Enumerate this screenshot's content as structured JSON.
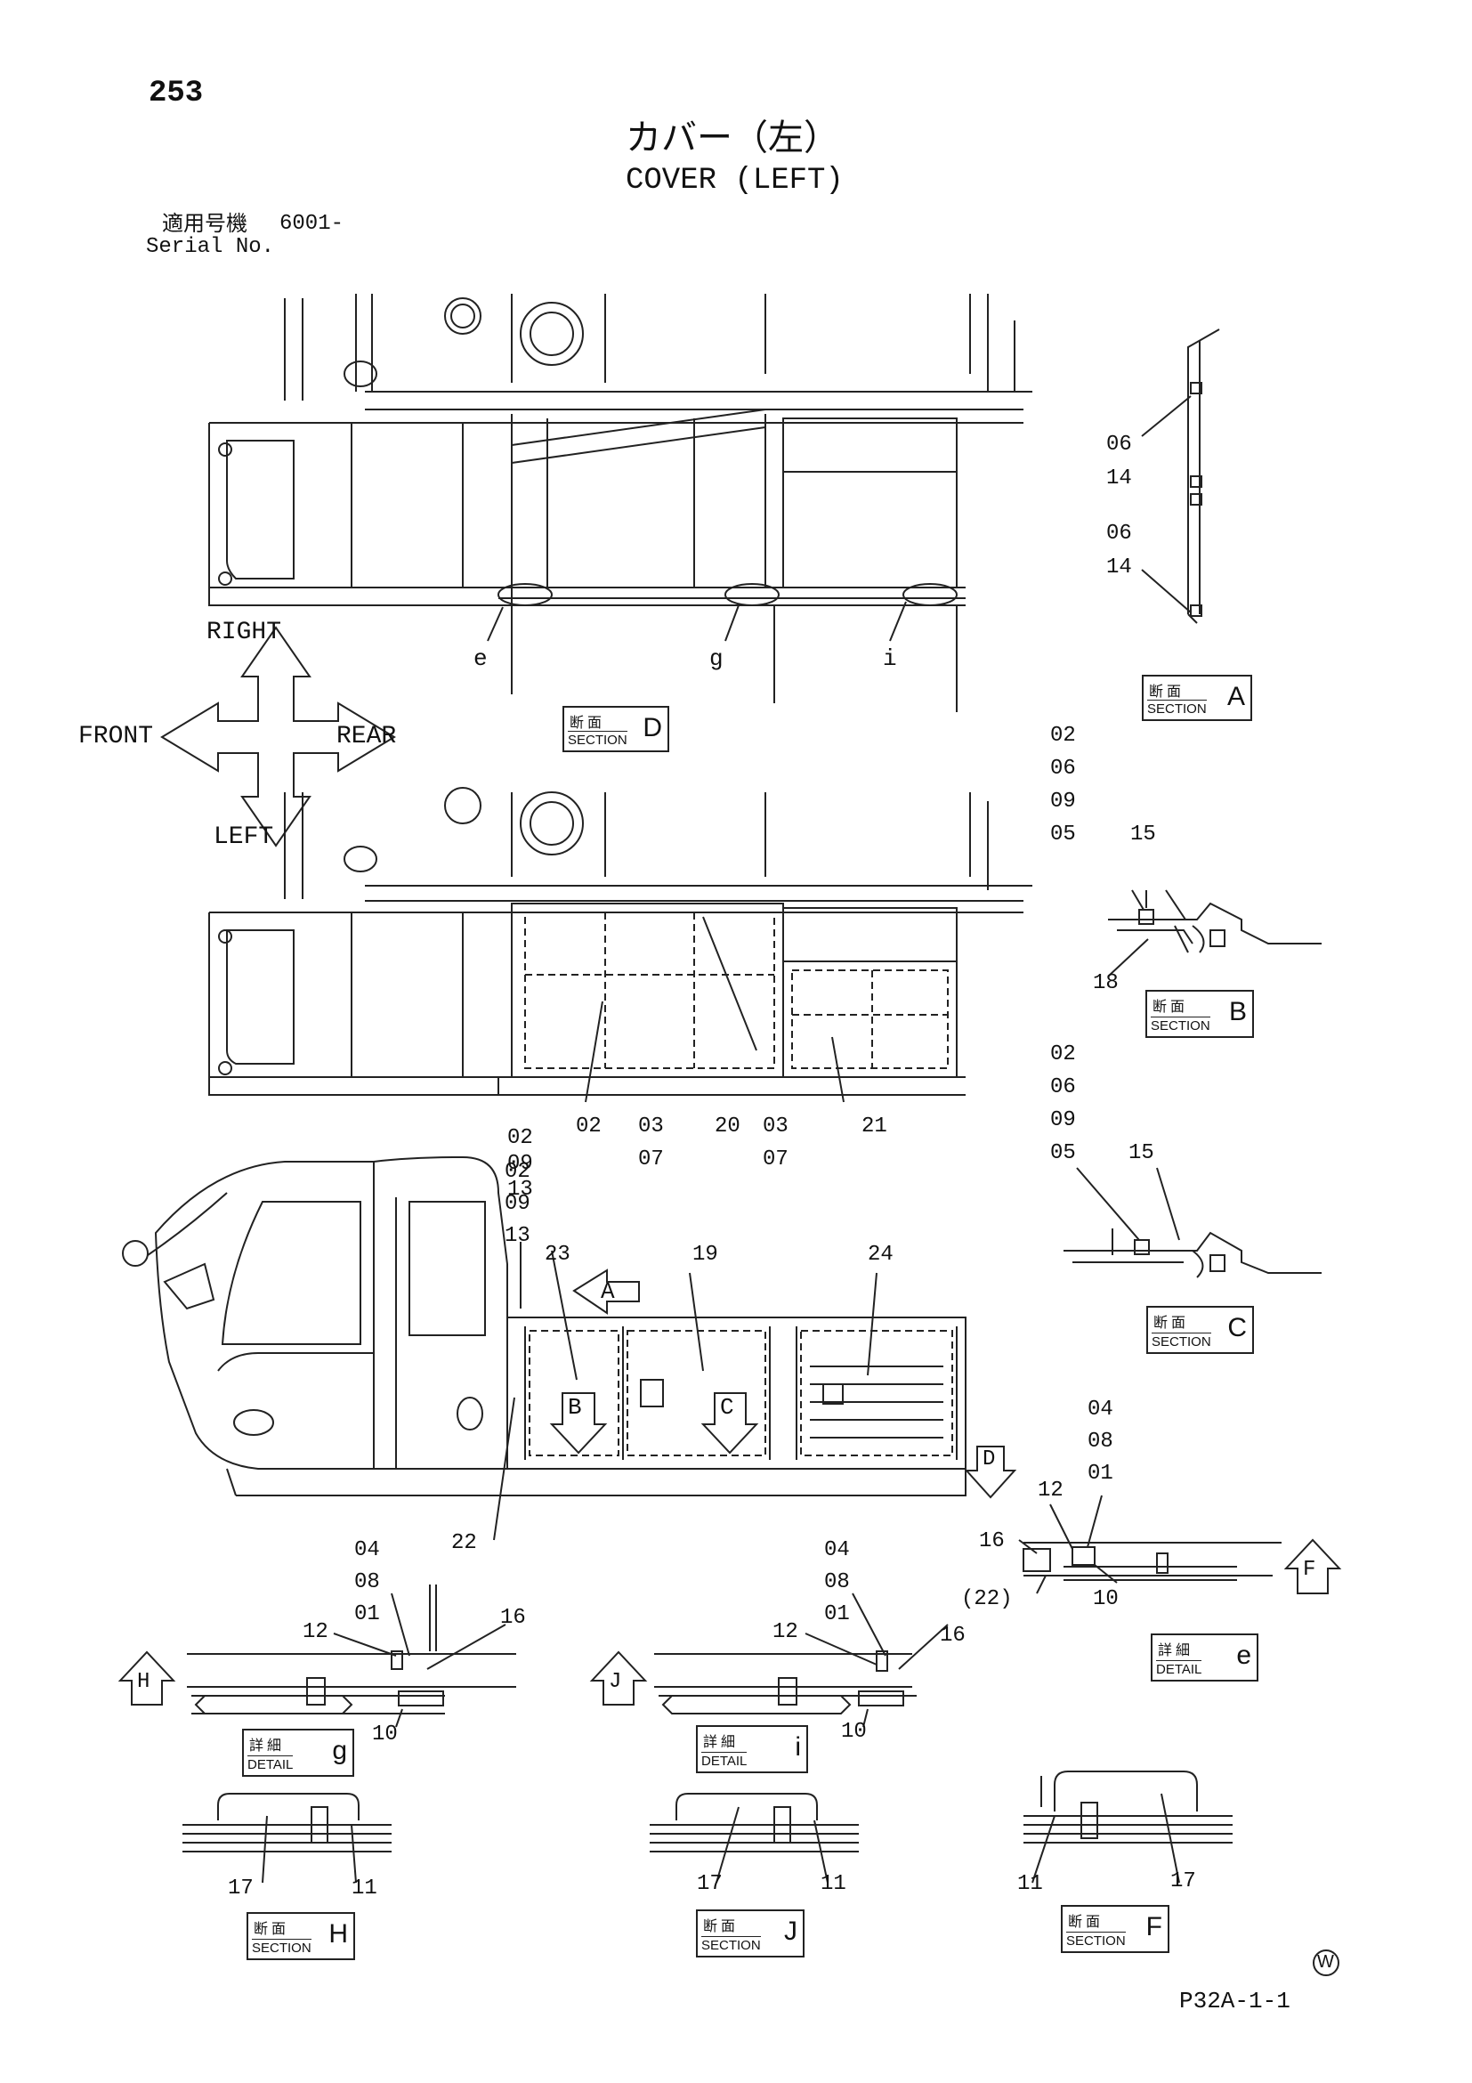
{
  "page_number": "253",
  "title_jp": "カバー（左）",
  "title_en": "COVER (LEFT)",
  "serial_jp": "適用号機",
  "serial_value": "6001-",
  "serial_en": "Serial No.",
  "directions": {
    "right": "RIGHT",
    "front": "FRONT",
    "rear": "REAR",
    "left": "LEFT"
  },
  "tag_jp": {
    "section": "断面",
    "detail": "詳細"
  },
  "tag_en": {
    "section": "SECTION",
    "detail": "DETAIL"
  },
  "tags": [
    {
      "kind": "section",
      "letter": "D"
    },
    {
      "kind": "section",
      "letter": "A"
    },
    {
      "kind": "section",
      "letter": "B"
    },
    {
      "kind": "section",
      "letter": "C"
    },
    {
      "kind": "detail",
      "letter": "e"
    },
    {
      "kind": "detail",
      "letter": "g"
    },
    {
      "kind": "detail",
      "letter": "i"
    },
    {
      "kind": "section",
      "letter": "H"
    },
    {
      "kind": "section",
      "letter": "J"
    },
    {
      "kind": "section",
      "letter": "F"
    }
  ],
  "view_markers": [
    "A",
    "B",
    "C",
    "D",
    "F",
    "H",
    "J"
  ],
  "detail_callouts": [
    "e",
    "g",
    "i"
  ],
  "part_labels": [
    "06",
    "14",
    "06",
    "14",
    "02",
    "06",
    "09",
    "05",
    "15",
    "18",
    "02",
    "03",
    "20",
    "03",
    "21",
    "07",
    "07",
    "02",
    "06",
    "09",
    "05",
    "15",
    "02",
    "09",
    "13",
    "02",
    "09",
    "13",
    "23",
    "19",
    "24",
    "22",
    "04",
    "08",
    "01",
    "12",
    "16",
    "(22)",
    "10",
    "04",
    "08",
    "01",
    "12",
    "16",
    "10",
    "04",
    "08",
    "01",
    "12",
    "16",
    "10",
    "17",
    "11",
    "17",
    "11",
    "11",
    "17"
  ],
  "figure_code": "P32A-1-1",
  "mark": "W"
}
